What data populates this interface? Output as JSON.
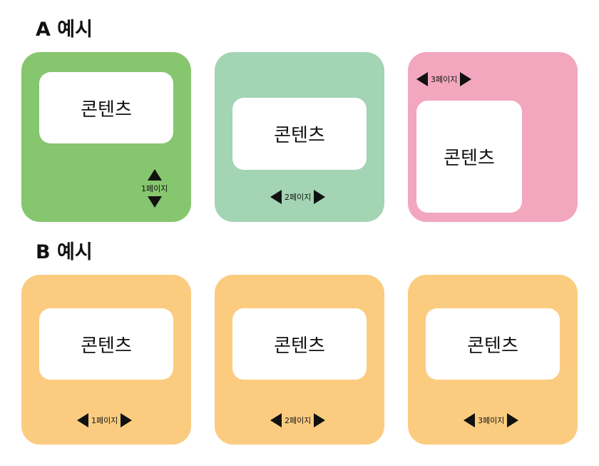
{
  "section_a": {
    "title": "A 예시",
    "cards": [
      {
        "content": "콘텐츠",
        "page_label": "1페이지",
        "color": "#86c66e"
      },
      {
        "content": "콘텐츠",
        "page_label": "2페이지",
        "color": "#a3d4b3"
      },
      {
        "content": "콘텐츠",
        "page_label": "3페이지",
        "color": "#f2a7be"
      }
    ]
  },
  "section_b": {
    "title": "B 예시",
    "cards": [
      {
        "content": "콘텐츠",
        "page_label": "1페이지",
        "color": "#fbcc80"
      },
      {
        "content": "콘텐츠",
        "page_label": "2페이지",
        "color": "#fbcc80"
      },
      {
        "content": "콘텐츠",
        "page_label": "3페이지",
        "color": "#fbcc80"
      }
    ]
  },
  "icons": {
    "left": "arrow-left-icon",
    "right": "arrow-right-icon",
    "up": "arrow-up-icon",
    "down": "arrow-down-icon"
  }
}
